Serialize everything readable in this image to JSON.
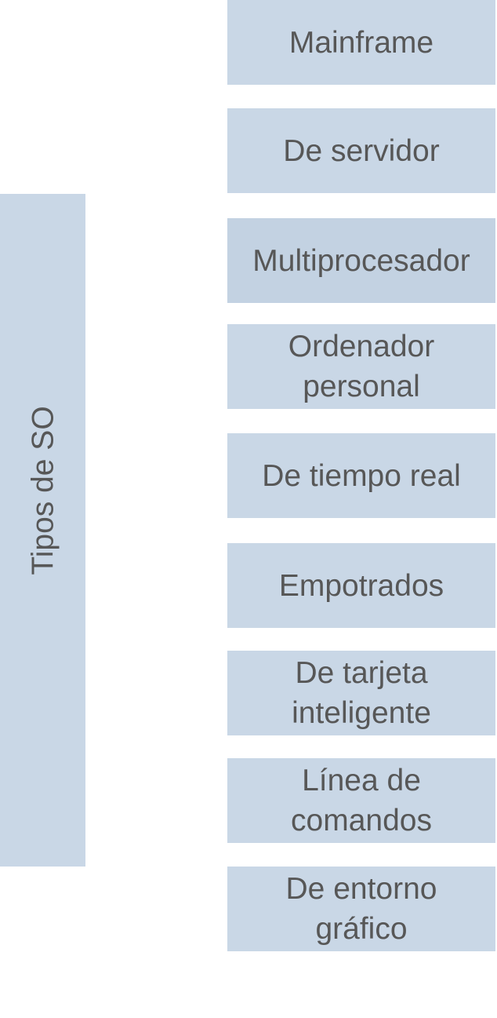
{
  "root": {
    "label": "Tipos de SO"
  },
  "types": [
    {
      "label": "Mainframe"
    },
    {
      "label": "De servidor"
    },
    {
      "label": "Multiprocesador"
    },
    {
      "label": "Ordenador\npersonal"
    },
    {
      "label": "De tiempo real"
    },
    {
      "label": "Empotrados"
    },
    {
      "label": "De tarjeta\ninteligente"
    },
    {
      "label": "Línea de\ncomandos"
    },
    {
      "label": "De entorno\ngráfico"
    }
  ],
  "colors": {
    "box_fill": "#c9d7e6",
    "text": "#575757"
  }
}
